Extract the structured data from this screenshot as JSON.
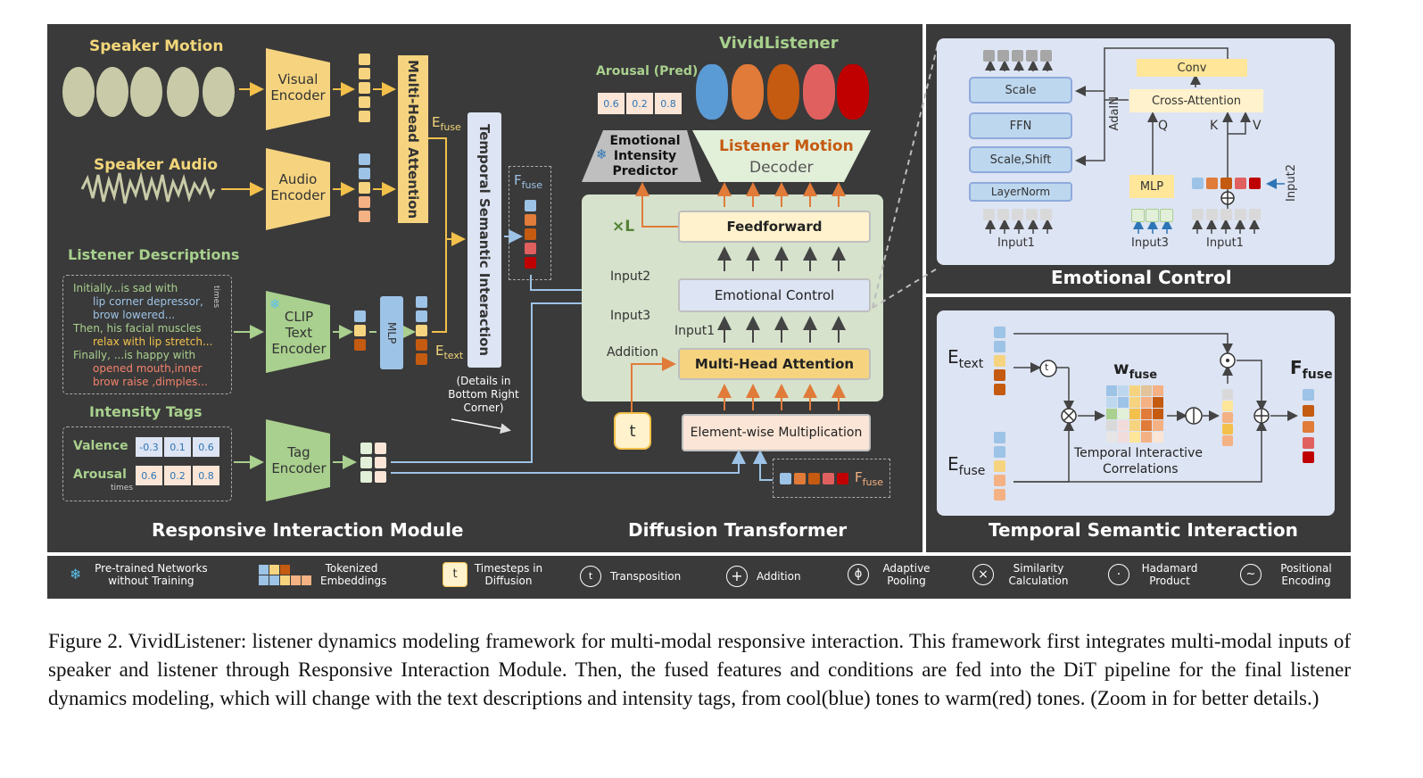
{
  "left_panel": {
    "speaker_motion": "Speaker Motion",
    "speaker_audio": "Speaker Audio",
    "visual_encoder": "Visual Encoder",
    "audio_encoder": "Audio Encoder",
    "mha_vertical": "Multi-Head Attention",
    "e_fuse": "E",
    "e_fuse_sub": "fuse",
    "tsi_vertical": "Temporal Semantic Interaction",
    "f_fuse": "F",
    "f_fuse_sub": "fuse",
    "listener_desc": "Listener Descriptions",
    "desc_lines": [
      "Initially...is sad with",
      "lip corner depressor,",
      "brow lowered...",
      "Then, his facial muscles",
      "relax with lip stretch...",
      "Finally, ...is happy with",
      "opened mouth,inner",
      "brow raise ,dimples..."
    ],
    "times": "times",
    "clip_encoder": "CLIP Text Encoder",
    "mlp": "MLP",
    "e_text": "E",
    "e_text_sub": "text",
    "details": "(Details in Bottom Right Corner)",
    "intensity_tags": "Intensity Tags",
    "valence": "Valence",
    "arousal": "Arousal",
    "valence_vals": [
      "-0.3",
      "0.1",
      "0.6"
    ],
    "arousal_vals": [
      "0.6",
      "0.2",
      "0.8"
    ],
    "tag_encoder": "Tag Encoder",
    "module_title": "Responsive Interaction Module"
  },
  "dit": {
    "title": "VividListener",
    "arousal_pred": "Arousal (Pred)",
    "arousal_pred_vals": [
      "0.6",
      "0.2",
      "0.8"
    ],
    "eip": "Emotional Intensity Predictor",
    "decoder_l1": "Listener Motion",
    "decoder_l2": "Decoder",
    "xl": "×L",
    "feedforward": "Feedforward",
    "emotional_control": "Emotional Control",
    "mha": "Multi-Head Attention",
    "input1": "Input1",
    "input2": "Input2",
    "input3": "Input3",
    "addition": "Addition",
    "t": "t",
    "elementwise": "Element-wise Multiplication",
    "f_fuse": "F",
    "f_fuse_sub": "fuse",
    "title_bottom": "Diffusion Transformer"
  },
  "emotional_control": {
    "conv": "Conv",
    "cross_attention": "Cross-Attention",
    "q": "Q",
    "k": "K",
    "v": "V",
    "scale": "Scale",
    "ffn": "FFN",
    "scale_shift": "Scale,Shift",
    "layernorm": "LayerNorm",
    "mlp": "MLP",
    "adain": "AdaIN",
    "input1_a": "Input1",
    "input3": "Input3",
    "input1_b": "Input1",
    "input2": "Input2",
    "title": "Emotional Control"
  },
  "tsi": {
    "e_text": "E",
    "e_text_sub": "text",
    "e_fuse": "E",
    "e_fuse_sub": "fuse",
    "w_fuse": "w",
    "w_fuse_sub": "fuse",
    "f_fuse": "F",
    "f_fuse_sub": "fuse",
    "tic_l1": "Temporal Interactive",
    "tic_l2": "Correlations",
    "title": "Temporal Semantic Interaction"
  },
  "legend": [
    {
      "icon": "snowflake-icon",
      "label": "Pre-trained Networks without Training"
    },
    {
      "icon": "tokenized-embeddings-icon",
      "label": "Tokenized Embeddings"
    },
    {
      "icon": "timestep-icon",
      "label": "Timesteps in Diffusion"
    },
    {
      "icon": "transposition-icon",
      "label": "Transposition"
    },
    {
      "icon": "addition-icon",
      "label": "Addition"
    },
    {
      "icon": "adaptive-pooling-icon",
      "label": "Adaptive Pooling"
    },
    {
      "icon": "similarity-icon",
      "label": "Similarity Calculation"
    },
    {
      "icon": "hadamard-icon",
      "label": "Hadamard Product"
    },
    {
      "icon": "positional-encoding-icon",
      "label": "Positional Encoding"
    }
  ],
  "caption": "Figure 2. VividListener: listener dynamics modeling framework for multi-modal responsive interaction. This framework first integrates multi-modal inputs of speaker and listener through Responsive Interaction Module. Then, the fused features and conditions are fed into the DiT pipeline for the final listener dynamics modeling, which will change with the text descriptions and intensity tags, from cool(blue) tones to warm(red) tones. (Zoom in for better details.)",
  "colors": {
    "panel_bg": "#3a3a3a",
    "yellow": "#f6d47f",
    "green": "#a9d08e",
    "blue_panel": "#dde4f3",
    "dit_panel": "#d6e2cc",
    "cool": "#5b9bd5",
    "warm": "#c00000"
  }
}
